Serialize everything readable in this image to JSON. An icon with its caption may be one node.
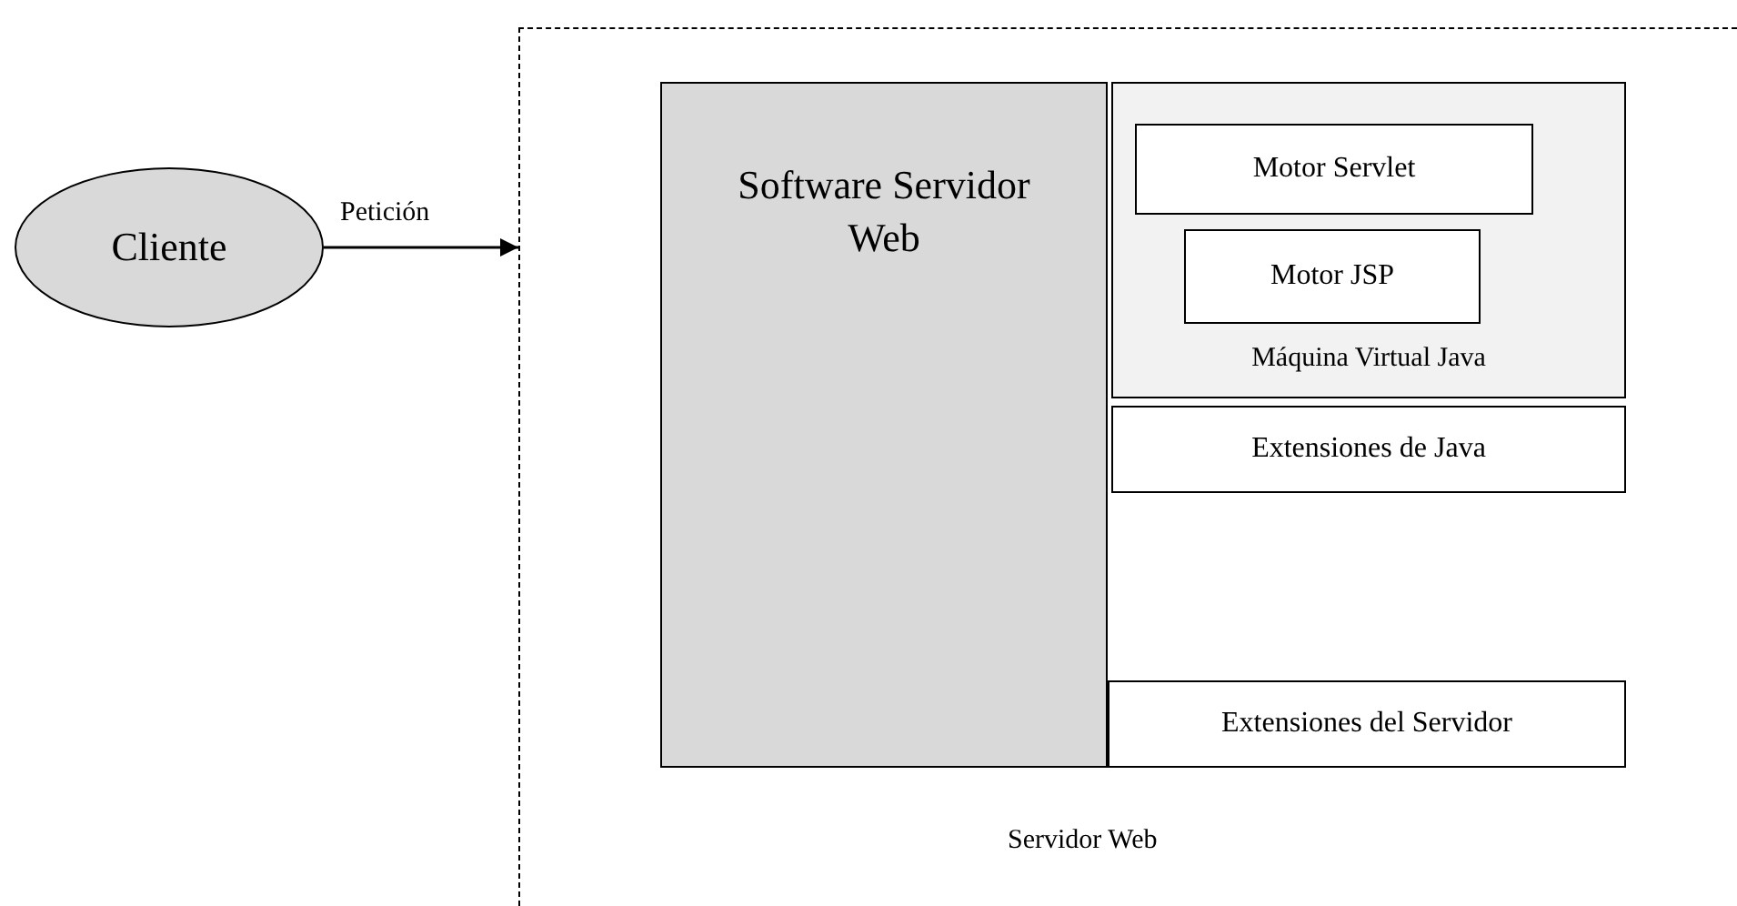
{
  "diagram": {
    "nodes": [
      {
        "text": [
          "Cliente"
        ]
      },
      {
        "text": [
          "Servidor Web"
        ]
      },
      {
        "text": [
          "Software Servidor Web"
        ],
        "in": 1
      },
      {
        "text": [
          "Máquina Virtual Java"
        ],
        "in": 1
      },
      {
        "text": [
          "Motor Servlet"
        ],
        "in": 3
      },
      {
        "text": [
          "Motor JSP"
        ],
        "in": 3
      },
      {
        "text": [
          "Extensiones de Java"
        ],
        "in": 1
      },
      {
        "text": [
          "Extensiones del Servidor"
        ],
        "in": 1
      }
    ],
    "edges": [
      {
        "from": 0,
        "to": 1,
        "arrow": "to",
        "label": "Petición"
      }
    ]
  }
}
